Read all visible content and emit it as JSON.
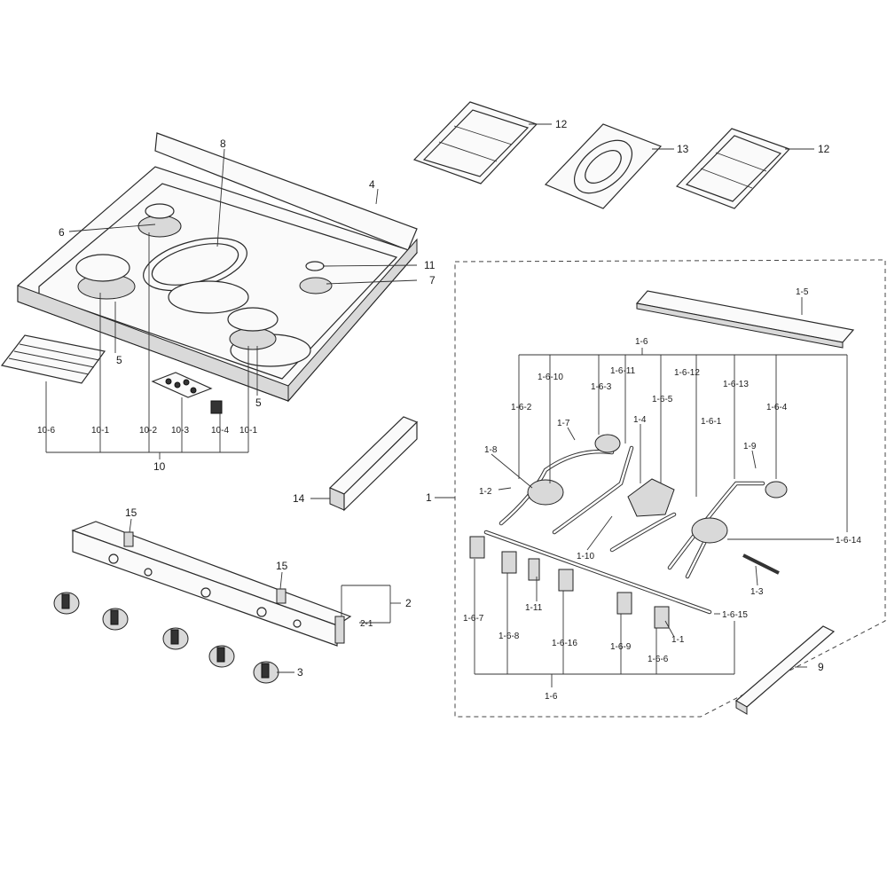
{
  "labels": {
    "l1": "1",
    "l1_1": "1-1",
    "l1_2": "1-2",
    "l1_3": "1-3",
    "l1_4": "1-4",
    "l1_5": "1-5",
    "l1_6_top": "1-6",
    "l1_6_bottom": "1-6",
    "l1_6_1": "1-6-1",
    "l1_6_2": "1-6-2",
    "l1_6_3": "1-6-3",
    "l1_6_4": "1-6-4",
    "l1_6_5": "1-6-5",
    "l1_6_6": "1-6-6",
    "l1_6_7": "1-6-7",
    "l1_6_8": "1-6-8",
    "l1_6_9": "1-6-9",
    "l1_6_10": "1-6-10",
    "l1_6_11": "1-6-11",
    "l1_6_12": "1-6-12",
    "l1_6_13": "1-6-13",
    "l1_6_14": "1-6-14",
    "l1_6_15": "1-6-15",
    "l1_6_16": "1-6-16",
    "l1_7": "1-7",
    "l1_8": "1-8",
    "l1_9": "1-9",
    "l1_10": "1-10",
    "l1_11": "1-11",
    "l2": "2",
    "l2_1": "2-1",
    "l3": "3",
    "l4": "4",
    "l5a": "5",
    "l5b": "5",
    "l6": "6",
    "l7": "7",
    "l8": "8",
    "l9": "9",
    "l10": "10",
    "l10_1a": "10-1",
    "l10_1b": "10-1",
    "l10_2": "10-2",
    "l10_3": "10-3",
    "l10_4": "10-4",
    "l10_6": "10-6",
    "l11": "11",
    "l12a": "12",
    "l12b": "12",
    "l13": "13",
    "l14": "14",
    "l15a": "15",
    "l15b": "15"
  }
}
